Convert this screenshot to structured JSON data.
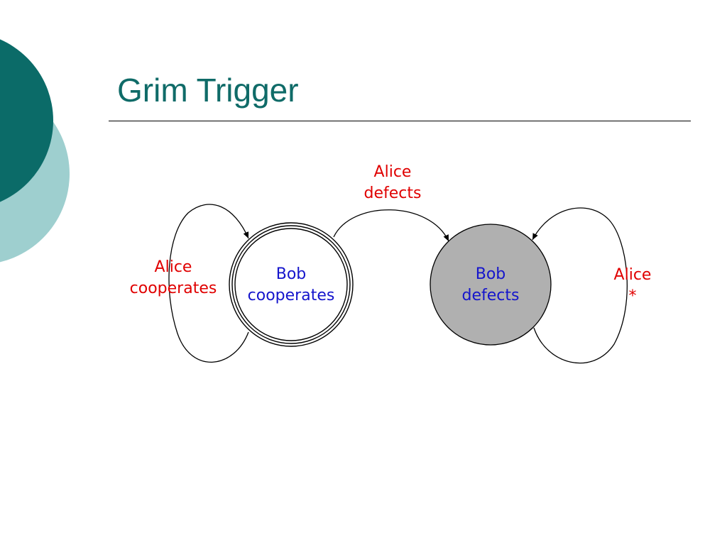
{
  "slide": {
    "title": "Grim Trigger"
  },
  "colors": {
    "title": "#0f6b68",
    "decor_dark": "#0b6b68",
    "decor_light": "#9ecfcf",
    "state_text": "#1515cc",
    "edge_text": "#e00000",
    "defect_state_fill": "#b0b0b0"
  },
  "diagram": {
    "states": [
      {
        "id": "coop",
        "line1": "Bob",
        "line2": "cooperates",
        "style": "double-ring accepting state"
      },
      {
        "id": "defect",
        "line1": "Bob",
        "line2": "defects",
        "style": "gray filled state"
      }
    ],
    "transitions": [
      {
        "from": "coop",
        "to": "defect",
        "line1": "Alice",
        "line2": "defects"
      },
      {
        "from": "coop",
        "to": "coop",
        "line1": "Alice",
        "line2": "cooperates"
      },
      {
        "from": "defect",
        "to": "defect",
        "line1": "Alice",
        "line2": "*"
      }
    ]
  }
}
